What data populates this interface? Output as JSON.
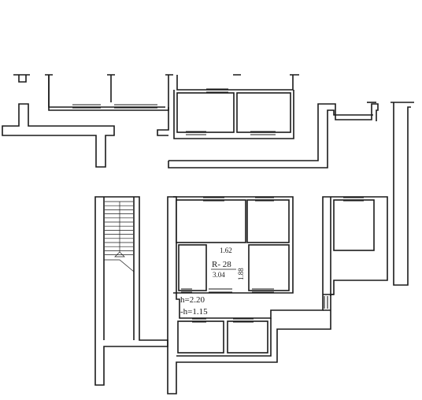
{
  "plan": {
    "room_label": "R- 28",
    "dim_width": "1.62",
    "dim_length": "3.04",
    "dim_side": "1.88",
    "height": "h=2.20",
    "sill_height": "-h=1.15"
  }
}
